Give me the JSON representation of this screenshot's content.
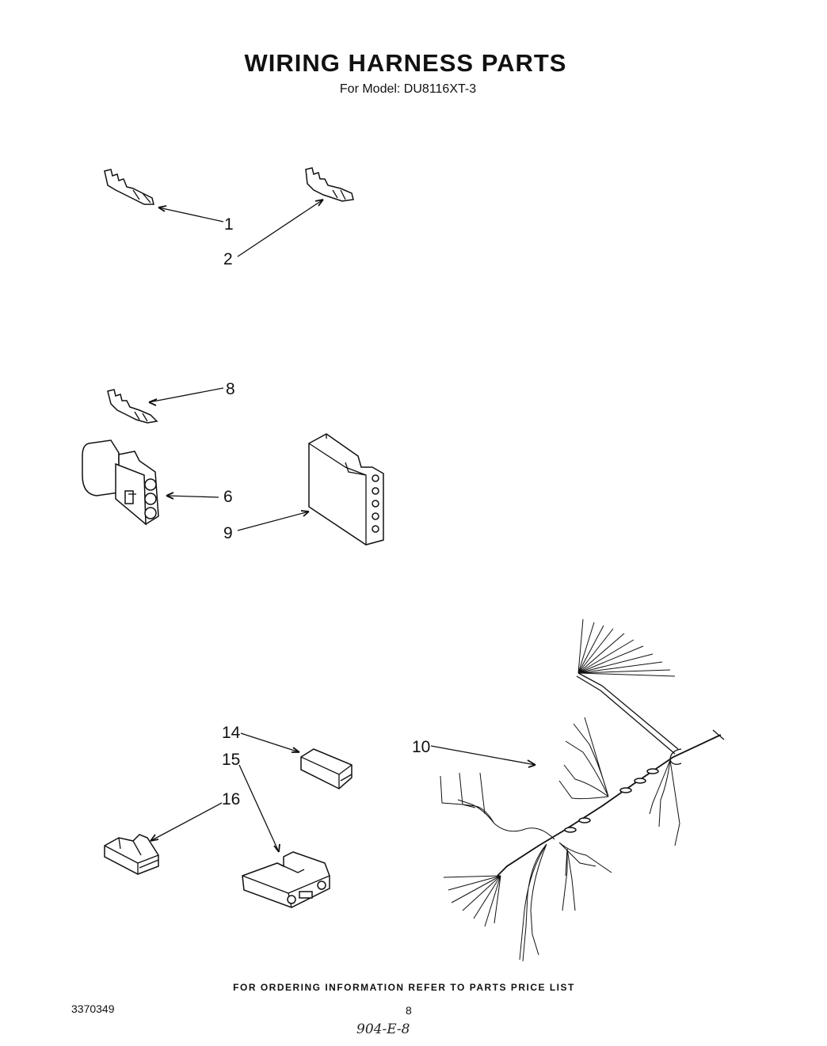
{
  "header": {
    "title": "WIRING HARNESS PARTS",
    "subtitle": "For Model: DU8116XT-3"
  },
  "callouts": {
    "c1": "1",
    "c2": "2",
    "c8": "8",
    "c6": "6",
    "c9": "9",
    "c14": "14",
    "c15": "15",
    "c16": "16",
    "c10": "10"
  },
  "footer": {
    "ordering_note": "FOR ORDERING INFORMATION REFER TO PARTS PRICE LIST",
    "document_number": "3370349",
    "page_number": "8",
    "handwritten_note": "904-E-8"
  }
}
